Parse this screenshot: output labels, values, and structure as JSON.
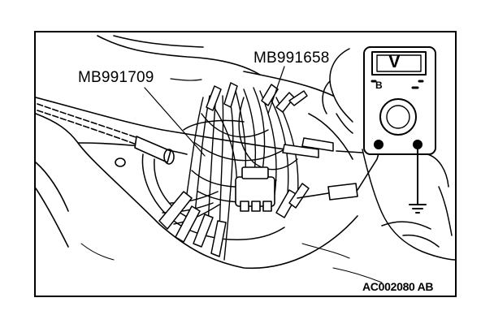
{
  "labels": {
    "tool_a": "MB991709",
    "tool_b": "MB991658"
  },
  "figure_id": "AC002080 AB",
  "meter": {
    "display_symbol": "V",
    "range_mark": "B"
  }
}
